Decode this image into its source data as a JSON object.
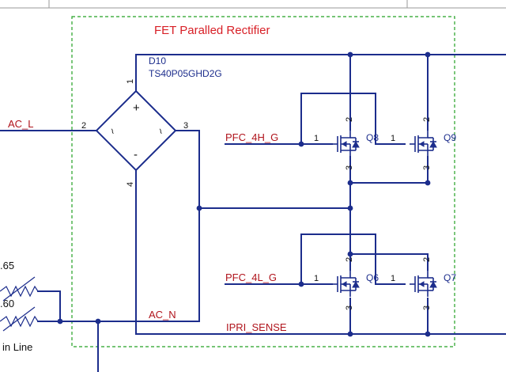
{
  "diagram": {
    "title": "FET Paralled Rectifier",
    "bridge": {
      "ref": "D10",
      "part": "TS40P05GHD2G",
      "pin1": "1",
      "pin2": "2",
      "pin3": "3",
      "pin4": "4",
      "plus": "+",
      "minus": "-",
      "ac_symbol": "~"
    },
    "nets": {
      "ac_l": "AC_L",
      "ac_n": "AC_N",
      "pfc_4h": "PFC_4H_G",
      "pfc_4l": "PFC_4L_G",
      "ipri": "IPRI_SENSE"
    },
    "fets": {
      "q8": "Q8",
      "q9": "Q9",
      "q6": "Q6",
      "q7": "Q7",
      "pin_gate": "1",
      "pin_drain": "2",
      "pin_source": "3"
    },
    "left_partial": {
      "label_a": ".65",
      "label_b": ".60",
      "label_c": "in Line"
    }
  }
}
